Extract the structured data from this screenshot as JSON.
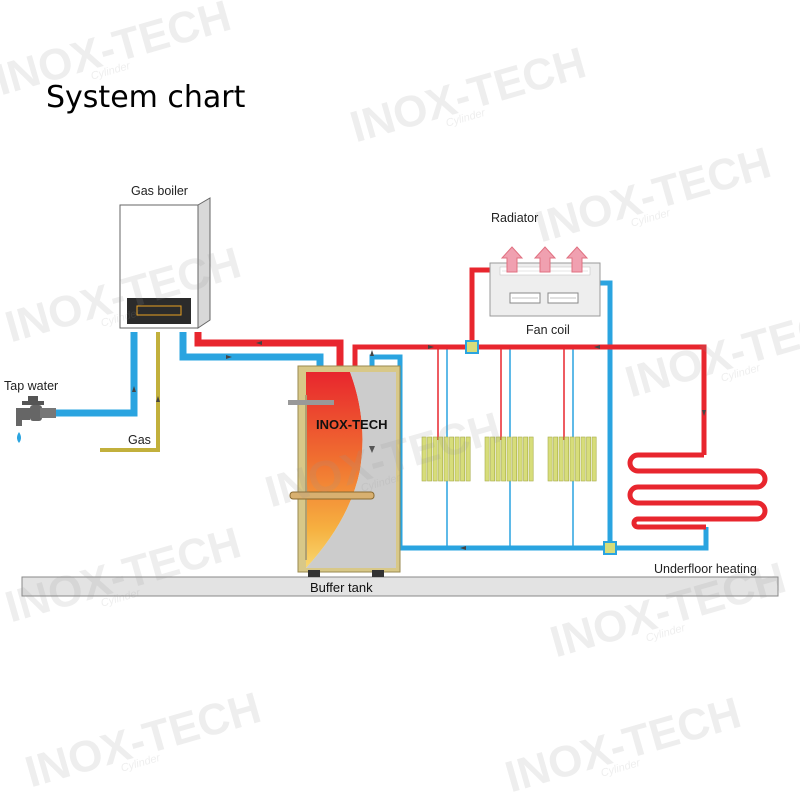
{
  "title": "System chart",
  "labels": {
    "gas_boiler": "Gas boiler",
    "radiator": "Radiator",
    "fan_coil": "Fan coil",
    "tap_water": "Tap water",
    "gas": "Gas",
    "underfloor_heating": "Underfloor heating",
    "buffer_tank": "Buffer tank",
    "tank_brand": "INOX-TECH"
  },
  "watermark": {
    "text": "INOX-TECH",
    "subtext": "Cylinder"
  },
  "colors": {
    "hot_pipe": "#e8262e",
    "cold_pipe": "#2aa4e0",
    "gas_pipe": "#c2b03c",
    "radiator_panel": "#d7dd7a",
    "floor_platform": "#e3e3e3",
    "tank_outer": "#d8c888",
    "tank_inner": "#cccccc",
    "arrow": "#e07080"
  }
}
